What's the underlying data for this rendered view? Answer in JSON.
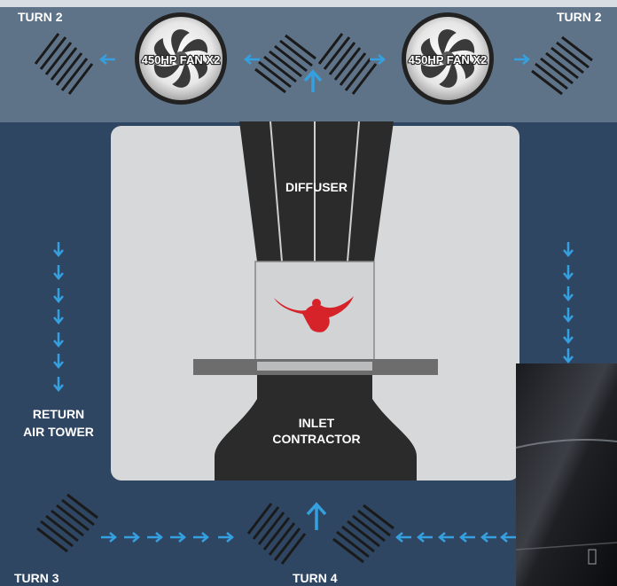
{
  "labels": {
    "turn_top_left": "TURN 2",
    "turn_top_right": "TURN 2",
    "fan_left": "450HP FAN X2",
    "fan_right": "450HP FAN X2",
    "diffuser": "DIFFUSER",
    "return_line1": "RETURN",
    "return_line2": "AIR TOWER",
    "inlet_line1": "INLET",
    "inlet_line2": "CONTRACTOR",
    "turn_bottom_left": "TURN 3",
    "turn_bottom_center": "TURN 4"
  },
  "icons": {
    "fan": "fan-icon",
    "flow_arrow": "airflow-arrow-icon",
    "turning_vanes": "turning-vanes-icon",
    "flyer": "skydiver-icon"
  },
  "colors": {
    "background": "#2f4663",
    "top_band": "#5f7388",
    "chamber": "#d7d8d9",
    "duct": "#2b2b2b",
    "arrow": "#35a0e0",
    "flyer": "#d6232a",
    "text": "#ffffff"
  }
}
